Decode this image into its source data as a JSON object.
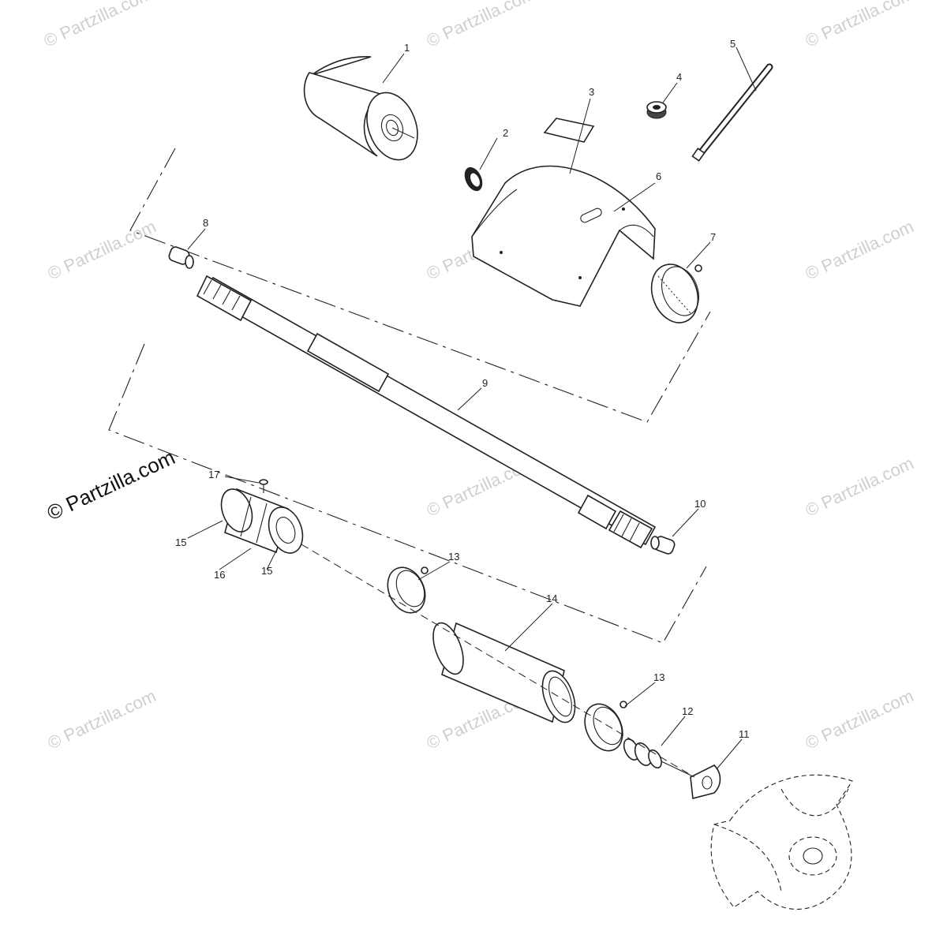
{
  "watermark": {
    "text": "© Partzilla.com"
  },
  "brand_logo": {
    "text": "© Partzilla.com"
  },
  "callouts": {
    "p1": "1",
    "p2": "2",
    "p3": "3",
    "p4": "4",
    "p5": "5",
    "p6": "6",
    "p7": "7",
    "p8": "8",
    "p9": "9",
    "p10": "10",
    "p11": "11",
    "p12": "12",
    "p13a": "13",
    "p13b": "13",
    "p14": "14",
    "p15a": "15",
    "p15b": "15",
    "p16": "16",
    "p17": "17"
  }
}
